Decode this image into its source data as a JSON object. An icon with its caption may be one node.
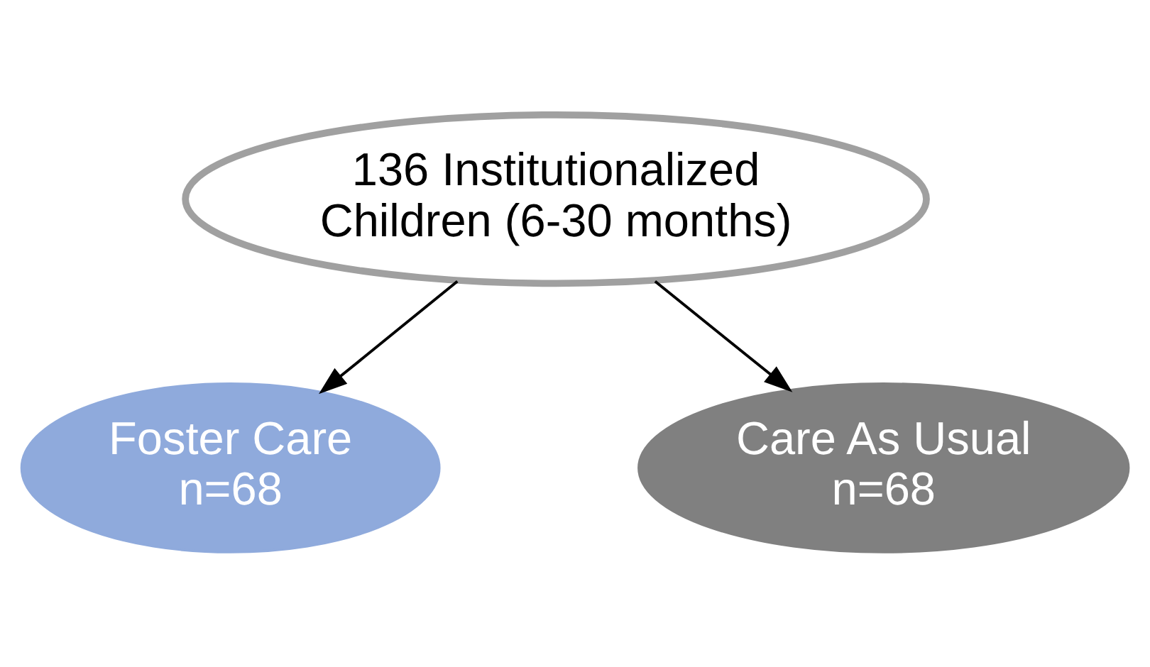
{
  "diagram": {
    "nodes": [
      {
        "text": [
          "136 Institutionalized Children (6-30 months)"
        ]
      },
      {
        "text": [
          "Foster Care",
          "n=68"
        ]
      },
      {
        "text": [
          "Care As Usual",
          "n=68"
        ]
      }
    ],
    "edges": [
      {
        "from": 0,
        "to": 1,
        "arrow": "to"
      },
      {
        "from": 0,
        "to": 2,
        "arrow": "to"
      }
    ]
  }
}
